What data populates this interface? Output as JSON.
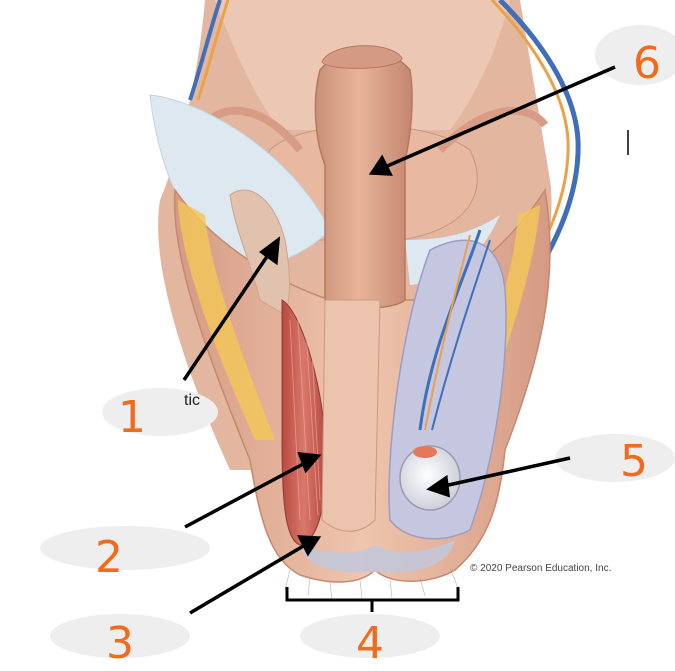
{
  "labels": {
    "n1": "1",
    "n2": "2",
    "n3": "3",
    "n4": "4",
    "n5": "5",
    "n6": "6"
  },
  "credit": "© 2020 Pearson Education, Inc.",
  "partial_label": "tic",
  "colors": {
    "annotation": "#f26b1d",
    "arrow": "#000000",
    "skin": "#e7b89e",
    "muscle": "#c85a4f",
    "fat": "#f2c65a",
    "vessel_blue": "#3f6fb8",
    "fascia": "#dde8f0"
  }
}
